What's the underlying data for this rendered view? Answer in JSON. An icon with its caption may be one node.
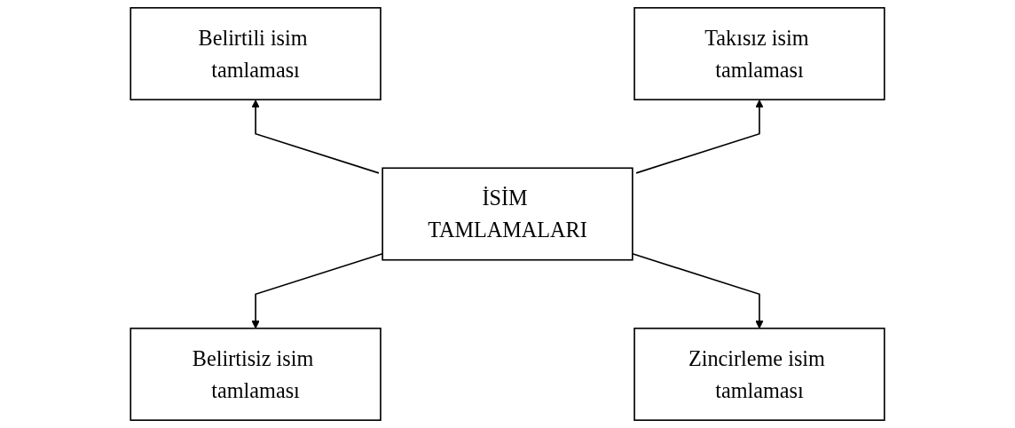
{
  "diagram": {
    "nodes": [
      {
        "text": [
          "Belirtili isim tamlaması"
        ]
      },
      {
        "text": [
          "Takısız isim tamlaması"
        ]
      },
      {
        "text": [
          "İSİM TAMLAMALARI"
        ]
      },
      {
        "text": [
          "Belirtisiz isim tamlaması"
        ]
      },
      {
        "text": [
          "Zincirleme isim tamlaması"
        ]
      }
    ],
    "edges": [
      {
        "from": 2,
        "to": 0,
        "arrow": "to"
      },
      {
        "from": 2,
        "to": 1,
        "arrow": "to"
      },
      {
        "from": 2,
        "to": 3,
        "arrow": "to"
      },
      {
        "from": 2,
        "to": 4,
        "arrow": "to"
      }
    ]
  }
}
